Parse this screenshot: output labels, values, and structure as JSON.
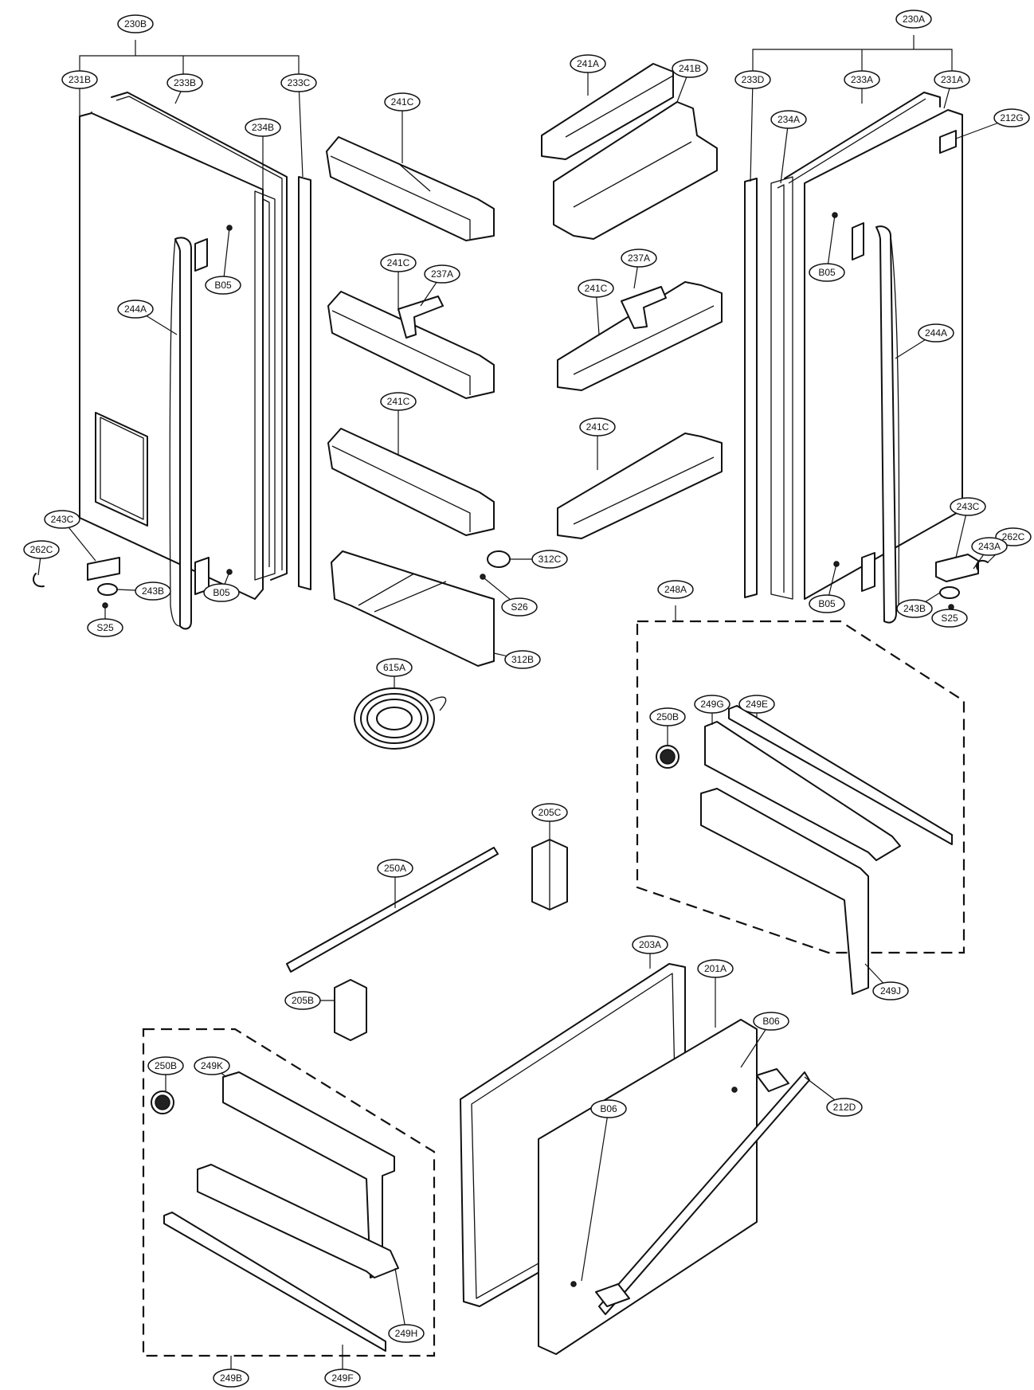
{
  "callouts": {
    "c230b": "230B",
    "c231b": "231B",
    "c233b": "233B",
    "c233c": "233C",
    "c234b": "234B",
    "c244a_l": "244A",
    "c b05_l1": "B05",
    "c243c_l": "243C",
    "c262c_l": "262C",
    "c243b_l": "243B",
    "c s25_l": "S25",
    "c b05_l2": "B05",
    "c241c_1": "241C",
    "c241c_2": "241C",
    "c237a_l": "237A",
    "c241c_3": "241C",
    "c312c": "312C",
    "c s26": "S26",
    "c312b": "312B",
    "c615a": "615A",
    "c241a": "241A",
    "c241b": "241B",
    "c237a_r": "237A",
    "c241c_4": "241C",
    "c241c_5": "241C",
    "c230a": "230A",
    "c233d": "233D",
    "c233a": "233A",
    "c231a": "231A",
    "c234a": "234A",
    "c212g": "212G",
    "c b05_r1": "B05",
    "c244a_r": "244A",
    "c243c_r": "243C",
    "c262c_r": "262C",
    "c243a": "243A",
    "c243b_r": "243B",
    "c s25_r": "S25",
    "c b05_r2": "B05",
    "c248a": "248A",
    "c250b_r": "250B",
    "c249g": "249G",
    "c249e": "249E",
    "c249j": "249J",
    "c205c": "205C",
    "c250a": "250A",
    "c205b": "205B",
    "c203a": "203A",
    "c201a": "201A",
    "c b06_1": "B06",
    "c212d": "212D",
    "c b06_2": "B06",
    "c250b_l": "250B",
    "c249k": "249K",
    "c249h": "249H",
    "c249b": "249B",
    "c249f": "249F"
  }
}
